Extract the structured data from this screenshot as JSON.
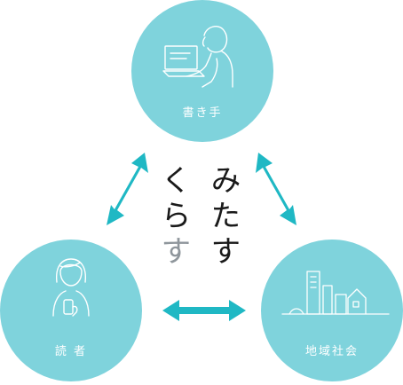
{
  "nodes": {
    "writer": {
      "label": "書き手"
    },
    "reader": {
      "label": "読 者"
    },
    "community": {
      "label": "地域社会"
    }
  },
  "center_text": {
    "col_right": [
      "み",
      "た",
      "す"
    ],
    "col_left": [
      "く",
      "ら",
      "す"
    ]
  },
  "colors": {
    "circle": "#7fd3dc",
    "arrow": "#1fb8c4",
    "line_art": "#ffffff",
    "text_dark": "#1a1a1a",
    "text_gray": "#8f969c"
  }
}
